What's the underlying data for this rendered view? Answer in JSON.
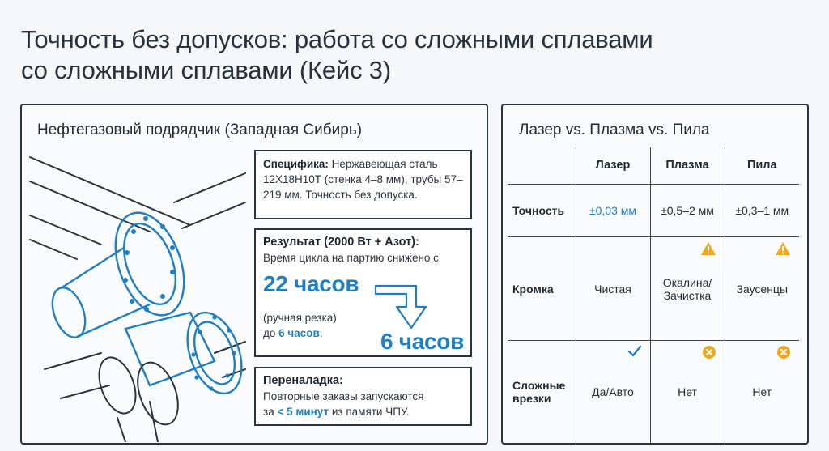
{
  "title": {
    "line1": "Точность без допусков: работа со сложными сплавами",
    "line2": "со сложными сплавами (Кейс 3)"
  },
  "left_panel": {
    "heading": "Нефтегазовый подрядчик (Западная Сибирь)",
    "spec": {
      "label": "Специфика:",
      "text": "Нержавеющая сталь 12Х18Н10Т (стенка 4–8 мм), трубы 57–219 мм. Точность без допуска."
    },
    "result": {
      "label": "Результат (2000 Вт + Азот):",
      "line": "Время цикла на партию снижено с",
      "from_value": "22 часов",
      "note": "(ручная резка)",
      "to_prefix": "до",
      "to_inline": "6 часов",
      "to_suffix": ".",
      "to_value": "6 часов"
    },
    "changeover": {
      "label": "Переналадка:",
      "line1": "Повторные заказы запускаются",
      "prefix": "за",
      "highlight": "< 5 минут",
      "suffix": "из памяти ЧПУ."
    }
  },
  "right_panel": {
    "heading": "Лазер vs. Плазма vs. Пила",
    "columns": [
      "Лазер",
      "Плазма",
      "Пила"
    ],
    "rows": [
      {
        "label": "Точность",
        "cells": [
          "±0,03 мм",
          "±0,5–2 мм",
          "±0,3–1 мм"
        ]
      },
      {
        "label": "Кромка",
        "cells": [
          "Чистая",
          "Окалина/ Зачистка",
          "Заусенцы"
        ]
      },
      {
        "label": "Сложные врезки",
        "cells": [
          "Да/Авто",
          "Нет",
          "Нет"
        ]
      }
    ],
    "icons": {
      "warning": "warning-icon",
      "check": "check-icon",
      "cross": "cross-circle-icon"
    },
    "colors": {
      "accent": "#1e7fc6",
      "warning": "#f0a818",
      "cross": "#f0a818"
    }
  }
}
